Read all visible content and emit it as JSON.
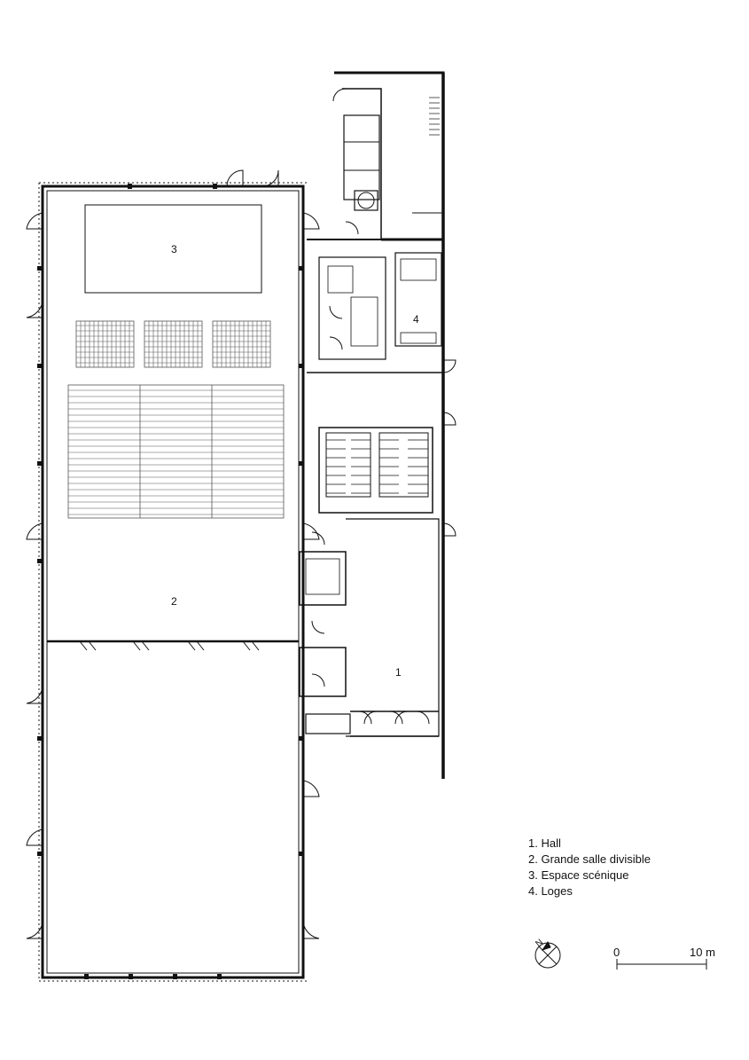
{
  "plan": {
    "room_labels": [
      "3",
      "2",
      "1",
      "4"
    ]
  },
  "legend": {
    "items": [
      "1. Hall",
      "2. Grande salle divisible",
      "3. Espace scénique",
      "4. Loges"
    ]
  },
  "scale": {
    "start_label": "0",
    "end_label": "10 m"
  },
  "north_arrow": {
    "label": "N"
  }
}
